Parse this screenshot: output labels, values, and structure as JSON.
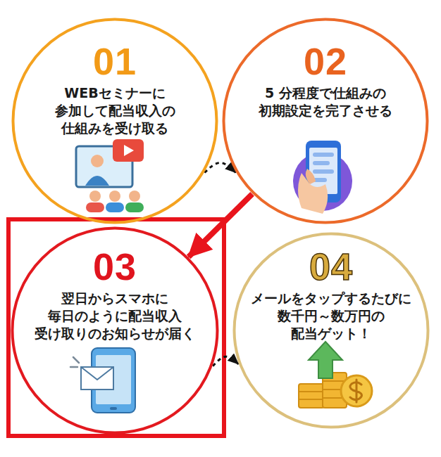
{
  "diagram": {
    "nodes": [
      {
        "text": [
          "01",
          "WEBセミナーに 参加して配当収入の 仕組みを受け取る"
        ]
      },
      {
        "text": [
          "02",
          "5 分程度で仕組みの 初期設定を完了させる"
        ]
      },
      {
        "text": [
          "03",
          "翌日からスマホに 毎日のように配当収入 受け取りのお知らせが届く"
        ]
      },
      {
        "text": [
          "04",
          "メールをタップするたびに 数千円～数万円の 配当ゲット！"
        ]
      }
    ],
    "edges": [
      {
        "from": 0,
        "to": 1,
        "arrow": "to"
      },
      {
        "from": 1,
        "to": 2,
        "arrow": "to"
      },
      {
        "from": 2,
        "to": 3,
        "arrow": "to"
      }
    ]
  }
}
